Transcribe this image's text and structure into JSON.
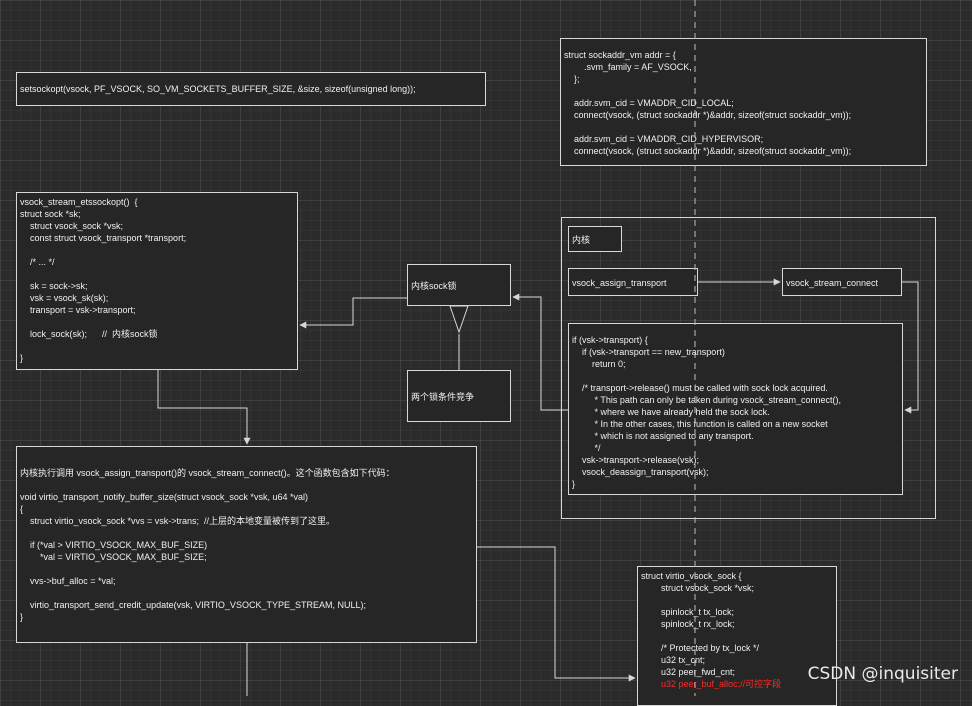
{
  "nodes": {
    "setsockopt": {
      "lines": [
        "setsockopt(vsock, PF_VSOCK, SO_VM_SOCKETS_BUFFER_SIZE, &size, sizeof(unsigned long));"
      ]
    },
    "sockaddr": {
      "lines": [
        "struct sockaddr_vm addr = {",
        "        .svm_family = AF_VSOCK,",
        "    };",
        "",
        "    addr.svm_cid = VMADDR_CID_LOCAL;",
        "    connect(vsock, (struct sockaddr *)&addr, sizeof(struct sockaddr_vm));",
        "",
        "    addr.svm_cid = VMADDR_CID_HYPERVISOR;",
        "    connect(vsock, (struct sockaddr *)&addr, sizeof(struct sockaddr_vm));"
      ]
    },
    "setsockopt_fn": {
      "lines": [
        "vsock_stream_etssockopt()  {",
        "struct sock *sk;",
        "    struct vsock_sock *vsk;",
        "    const struct vsock_transport *transport;",
        "",
        "    /* ... */",
        "",
        "    sk = sock->sk;",
        "    vsk = vsock_sk(sk);",
        "    transport = vsk->transport;",
        "",
        "    lock_sock(sk);      //  内核sock锁",
        "",
        "}"
      ]
    },
    "kernel_lock": {
      "lines": [
        "内核sock锁"
      ]
    },
    "race": {
      "lines": [
        "两个锁条件竞争"
      ]
    },
    "kernel_group": {
      "lines": []
    },
    "kernel_label": {
      "lines": [
        "内核"
      ]
    },
    "assign": {
      "lines": [
        "vsock_assign_transport"
      ]
    },
    "connect": {
      "lines": [
        "vsock_stream_connect"
      ]
    },
    "transport_code": {
      "lines": [
        "if (vsk->transport) {",
        "    if (vsk->transport == new_transport)",
        "        return 0;",
        "",
        "    /* transport->release() must be called with sock lock acquired.",
        "         * This path can only be taken during vsock_stream_connect(),",
        "         * where we have already held the sock lock.",
        "         * In the other cases, this function is called on a new socket",
        "         * which is not assigned to any transport.",
        "         */",
        "    vsk->transport->release(vsk);",
        "    vsock_deassign_transport(vsk);",
        "}"
      ]
    },
    "notify": {
      "lines": [
        "内核执行调用 vsock_assign_transport()的 vsock_stream_connect()。这个函数包含如下代码：",
        "",
        "void virtio_transport_notify_buffer_size(struct vsock_sock *vsk, u64 *val)",
        "{",
        "    struct virtio_vsock_sock *vvs = vsk->trans;  //上层的本地变量被传到了这里。",
        "",
        "    if (*val > VIRTIO_VSOCK_MAX_BUF_SIZE)",
        "        *val = VIRTIO_VSOCK_MAX_BUF_SIZE;",
        "",
        "    vvs->buf_alloc = *val;",
        "",
        "    virtio_transport_send_credit_update(vsk, VIRTIO_VSOCK_TYPE_STREAM, NULL);",
        "}"
      ]
    },
    "virtio_struct": {
      "lines": [
        "struct virtio_vsock_sock {",
        "        struct vsock_sock *vsk;",
        "",
        "        spinlock_t tx_lock;",
        "        spinlock_t rx_lock;",
        "",
        "        /* Protected by tx_lock */",
        "        u32 tx_cnt;",
        "        u32 peer_fwd_cnt;",
        "        u32 peer_buf_alloc;//可控字段"
      ],
      "highlight_line": 9
    }
  },
  "watermark": "CSDN @inquisiter",
  "colors": {
    "background": "#2b2b2b",
    "node_border": "#d8d8d8",
    "node_fill": "#262626",
    "text": "#f0f0f0",
    "highlight": "#ff2a2a",
    "edge": "#d8d8d8"
  }
}
